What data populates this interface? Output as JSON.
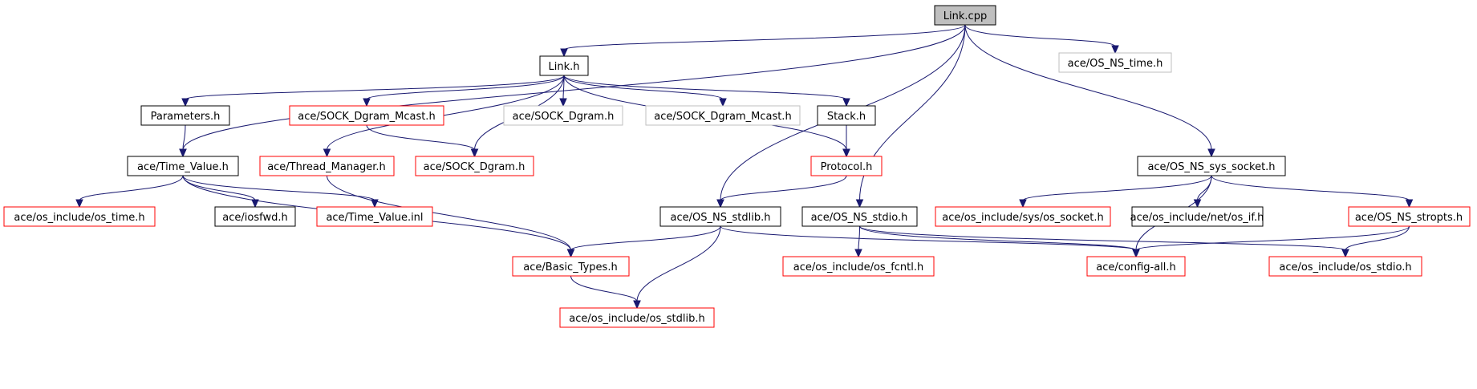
{
  "colors": {
    "edge": "#191970",
    "border_normal": "#000000",
    "border_incomplete": "#ff0000",
    "border_external": "#bfbfbf",
    "root_fill": "#bfbfbf"
  },
  "nodes": {
    "link_cpp": {
      "label": "Link.cpp",
      "kind": "root"
    },
    "link_h": {
      "label": "Link.h",
      "kind": "normal"
    },
    "os_ns_time": {
      "label": "ace/OS_NS_time.h",
      "kind": "external"
    },
    "parameters_h": {
      "label": "Parameters.h",
      "kind": "normal"
    },
    "sock_dgram_mcast_red": {
      "label": "ace/SOCK_Dgram_Mcast.h",
      "kind": "incomplete"
    },
    "sock_dgram_gray": {
      "label": "ace/SOCK_Dgram.h",
      "kind": "external"
    },
    "sock_dgram_mcast_gray": {
      "label": "ace/SOCK_Dgram_Mcast.h",
      "kind": "external"
    },
    "stack_h": {
      "label": "Stack.h",
      "kind": "normal"
    },
    "time_value_h": {
      "label": "ace/Time_Value.h",
      "kind": "normal"
    },
    "thread_manager": {
      "label": "ace/Thread_Manager.h",
      "kind": "incomplete"
    },
    "sock_dgram_red": {
      "label": "ace/SOCK_Dgram.h",
      "kind": "incomplete"
    },
    "protocol_h": {
      "label": "Protocol.h",
      "kind": "incomplete"
    },
    "os_ns_sys_socket": {
      "label": "ace/OS_NS_sys_socket.h",
      "kind": "normal"
    },
    "os_time": {
      "label": "ace/os_include/os_time.h",
      "kind": "incomplete"
    },
    "iosfwd": {
      "label": "ace/iosfwd.h",
      "kind": "normal"
    },
    "time_value_inl": {
      "label": "ace/Time_Value.inl",
      "kind": "incomplete"
    },
    "os_ns_stdlib": {
      "label": "ace/OS_NS_stdlib.h",
      "kind": "normal"
    },
    "os_ns_stdio": {
      "label": "ace/OS_NS_stdio.h",
      "kind": "normal"
    },
    "sys_os_socket": {
      "label": "ace/os_include/sys/os_socket.h",
      "kind": "incomplete"
    },
    "net_os_if": {
      "label": "ace/os_include/net/os_if.h",
      "kind": "normal"
    },
    "os_ns_stropts": {
      "label": "ace/OS_NS_stropts.h",
      "kind": "incomplete"
    },
    "basic_types": {
      "label": "ace/Basic_Types.h",
      "kind": "incomplete"
    },
    "os_fcntl": {
      "label": "ace/os_include/os_fcntl.h",
      "kind": "incomplete"
    },
    "config_all": {
      "label": "ace/config-all.h",
      "kind": "incomplete"
    },
    "os_stdio": {
      "label": "ace/os_include/os_stdio.h",
      "kind": "incomplete"
    },
    "os_stdlib": {
      "label": "ace/os_include/os_stdlib.h",
      "kind": "incomplete"
    }
  },
  "edges": [
    {
      "from": "link_cpp",
      "to": "link_h"
    },
    {
      "from": "link_cpp",
      "to": "os_ns_time"
    },
    {
      "from": "link_cpp",
      "to": "time_value_h"
    },
    {
      "from": "link_cpp",
      "to": "os_ns_stdlib"
    },
    {
      "from": "link_cpp",
      "to": "os_ns_stdio"
    },
    {
      "from": "link_cpp",
      "to": "os_ns_sys_socket"
    },
    {
      "from": "link_h",
      "to": "parameters_h"
    },
    {
      "from": "link_h",
      "to": "sock_dgram_mcast_red"
    },
    {
      "from": "link_h",
      "to": "sock_dgram_gray"
    },
    {
      "from": "link_h",
      "to": "sock_dgram_mcast_gray"
    },
    {
      "from": "link_h",
      "to": "stack_h"
    },
    {
      "from": "link_h",
      "to": "thread_manager"
    },
    {
      "from": "link_h",
      "to": "sock_dgram_red"
    },
    {
      "from": "link_h",
      "to": "protocol_h"
    },
    {
      "from": "parameters_h",
      "to": "time_value_h"
    },
    {
      "from": "sock_dgram_mcast_red",
      "to": "sock_dgram_red"
    },
    {
      "from": "stack_h",
      "to": "protocol_h"
    },
    {
      "from": "time_value_h",
      "to": "os_time"
    },
    {
      "from": "time_value_h",
      "to": "iosfwd"
    },
    {
      "from": "time_value_h",
      "to": "time_value_inl"
    },
    {
      "from": "time_value_h",
      "to": "basic_types"
    },
    {
      "from": "thread_manager",
      "to": "basic_types"
    },
    {
      "from": "protocol_h",
      "to": "os_ns_stdlib"
    },
    {
      "from": "os_ns_stdlib",
      "to": "basic_types"
    },
    {
      "from": "os_ns_stdlib",
      "to": "os_stdlib"
    },
    {
      "from": "os_ns_stdlib",
      "to": "config_all"
    },
    {
      "from": "os_ns_stdio",
      "to": "os_fcntl"
    },
    {
      "from": "os_ns_stdio",
      "to": "config_all"
    },
    {
      "from": "os_ns_stdio",
      "to": "os_stdio"
    },
    {
      "from": "os_ns_sys_socket",
      "to": "sys_os_socket"
    },
    {
      "from": "os_ns_sys_socket",
      "to": "net_os_if"
    },
    {
      "from": "os_ns_sys_socket",
      "to": "os_ns_stropts"
    },
    {
      "from": "os_ns_sys_socket",
      "to": "config_all"
    },
    {
      "from": "os_ns_stropts",
      "to": "config_all"
    },
    {
      "from": "os_ns_stropts",
      "to": "os_stdio"
    },
    {
      "from": "basic_types",
      "to": "os_stdlib"
    }
  ]
}
